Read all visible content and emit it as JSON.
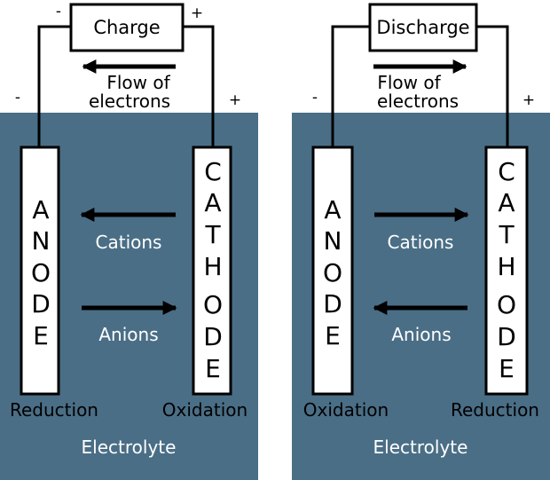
{
  "colors": {
    "electrolyte": "#4a6e86",
    "stroke": "#000000",
    "electrode_fill": "#ffffff",
    "text_on_dark": "#ffffff",
    "text_on_light": "#000000"
  },
  "charge_panel": {
    "mode_label": "Charge",
    "minus_sign": "-",
    "plus_sign": "+",
    "flow_line1": "Flow of",
    "flow_line2": "electrons",
    "flow_direction": "left",
    "anode_letters": [
      "A",
      "N",
      "O",
      "D",
      "E"
    ],
    "cathode_letters": [
      "C",
      "A",
      "T",
      "H",
      "O",
      "D",
      "E"
    ],
    "cations_label": "Cations",
    "cations_direction": "left",
    "anions_label": "Anions",
    "anions_direction": "right",
    "anode_process": "Reduction",
    "cathode_process": "Oxidation",
    "electrolyte_label": "Electrolyte"
  },
  "discharge_panel": {
    "mode_label": "Discharge",
    "minus_sign": "-",
    "plus_sign": "+",
    "flow_line1": "Flow of",
    "flow_line2": "electrons",
    "flow_direction": "right",
    "anode_letters": [
      "A",
      "N",
      "O",
      "D",
      "E"
    ],
    "cathode_letters": [
      "C",
      "A",
      "T",
      "H",
      "O",
      "D",
      "E"
    ],
    "cations_label": "Cations",
    "cations_direction": "right",
    "anions_label": "Anions",
    "anions_direction": "left",
    "anode_process": "Oxidation",
    "cathode_process": "Reduction",
    "electrolyte_label": "Electrolyte"
  }
}
